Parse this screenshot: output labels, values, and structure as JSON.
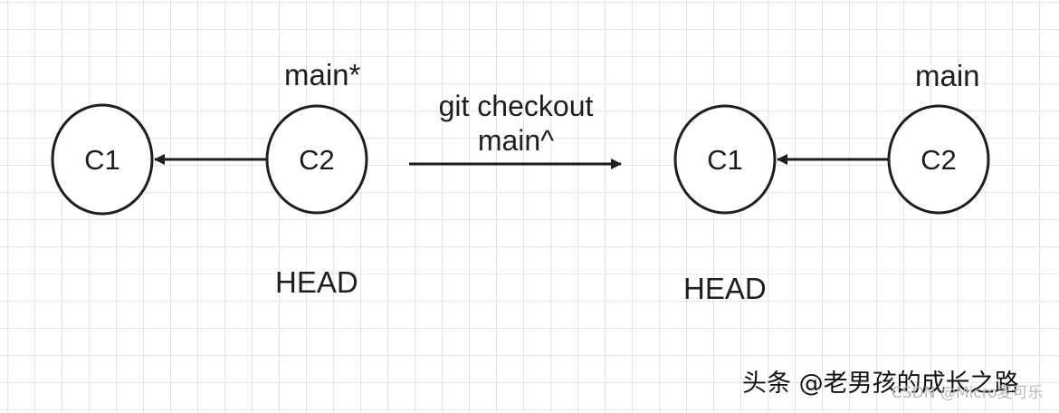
{
  "left": {
    "nodes": [
      {
        "id": "C1"
      },
      {
        "id": "C2"
      }
    ],
    "branch_label": "main*",
    "head_label": "HEAD"
  },
  "command": {
    "line1": "git checkout",
    "line2": "main^"
  },
  "right": {
    "nodes": [
      {
        "id": "C1"
      },
      {
        "id": "C2"
      }
    ],
    "branch_label": "main",
    "head_label": "HEAD"
  },
  "watermark": {
    "text": "头条 @老男孩的成长之路",
    "faint": "CSDN @Micro麦可乐"
  },
  "colors": {
    "grid": "#e6e6e6",
    "stroke": "#1e1e1e",
    "background": "#ffffff"
  }
}
